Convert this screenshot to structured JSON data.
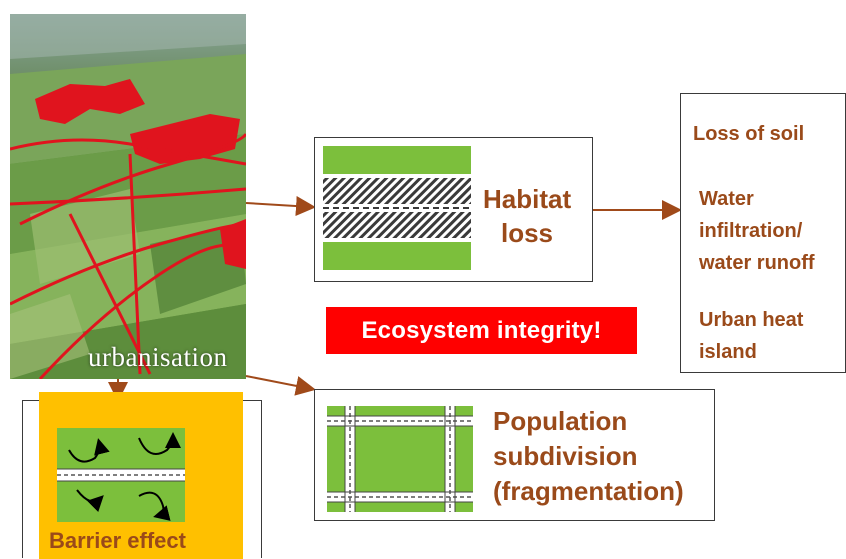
{
  "photo": {
    "caption": "urbanisation"
  },
  "banner": {
    "text": "Ecosystem integrity!"
  },
  "habitat": {
    "title_line1": "Habitat",
    "title_line2": "loss"
  },
  "effects": {
    "item1": "Loss of soil",
    "item2_line1": "Water",
    "item2_line2": "infiltration/",
    "item2_line3": "water runoff",
    "item3_line1": "Urban heat",
    "item3_line2": "island"
  },
  "population": {
    "line1": "Population",
    "line2": "subdivision",
    "line3": "(fragmentation)"
  },
  "barrier": {
    "title": "Barrier effect"
  },
  "colors": {
    "brown_text": "#9a4a1a",
    "arrow": "#a04a1a",
    "green": "#7cbf3c",
    "banner_red": "#ff0000",
    "barrier_yellow": "#ffc000"
  }
}
